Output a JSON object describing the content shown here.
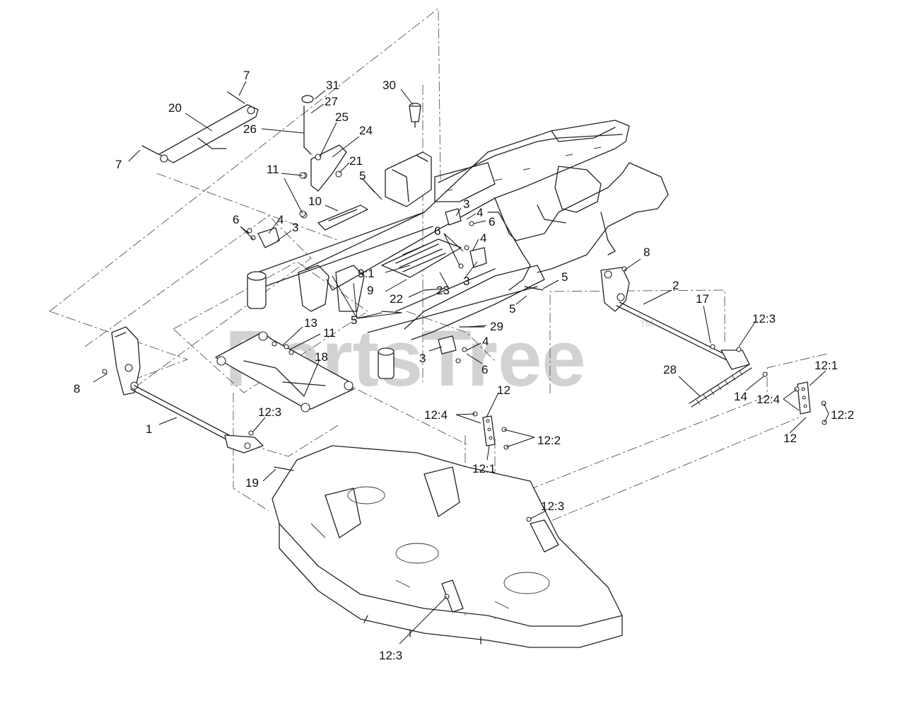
{
  "watermark": {
    "text": "PartsTree",
    "trademark": "TM"
  },
  "callouts": [
    {
      "label": "7"
    },
    {
      "label": "31"
    },
    {
      "label": "30"
    },
    {
      "label": "27"
    },
    {
      "label": "20"
    },
    {
      "label": "25"
    },
    {
      "label": "26"
    },
    {
      "label": "24"
    },
    {
      "label": "7"
    },
    {
      "label": "11"
    },
    {
      "label": "21"
    },
    {
      "label": "5"
    },
    {
      "label": "10"
    },
    {
      "label": "6"
    },
    {
      "label": "4"
    },
    {
      "label": "3"
    },
    {
      "label": "3"
    },
    {
      "label": "4"
    },
    {
      "label": "6"
    },
    {
      "label": "6"
    },
    {
      "label": "4"
    },
    {
      "label": "9:1"
    },
    {
      "label": "9"
    },
    {
      "label": "3"
    },
    {
      "label": "22"
    },
    {
      "label": "23"
    },
    {
      "label": "8"
    },
    {
      "label": "5"
    },
    {
      "label": "2"
    },
    {
      "label": "5"
    },
    {
      "label": "5"
    },
    {
      "label": "13"
    },
    {
      "label": "11"
    },
    {
      "label": "29"
    },
    {
      "label": "17"
    },
    {
      "label": "12:3"
    },
    {
      "label": "4"
    },
    {
      "label": "18"
    },
    {
      "label": "3"
    },
    {
      "label": "6"
    },
    {
      "label": "28"
    },
    {
      "label": "12:1"
    },
    {
      "label": "8"
    },
    {
      "label": "12"
    },
    {
      "label": "14"
    },
    {
      "label": "12:4"
    },
    {
      "label": "12:4"
    },
    {
      "label": "12:2"
    },
    {
      "label": "12:3"
    },
    {
      "label": "1"
    },
    {
      "label": "12:2"
    },
    {
      "label": "12"
    },
    {
      "label": "12:1"
    },
    {
      "label": "19"
    },
    {
      "label": "12:3"
    },
    {
      "label": "12:3"
    }
  ]
}
